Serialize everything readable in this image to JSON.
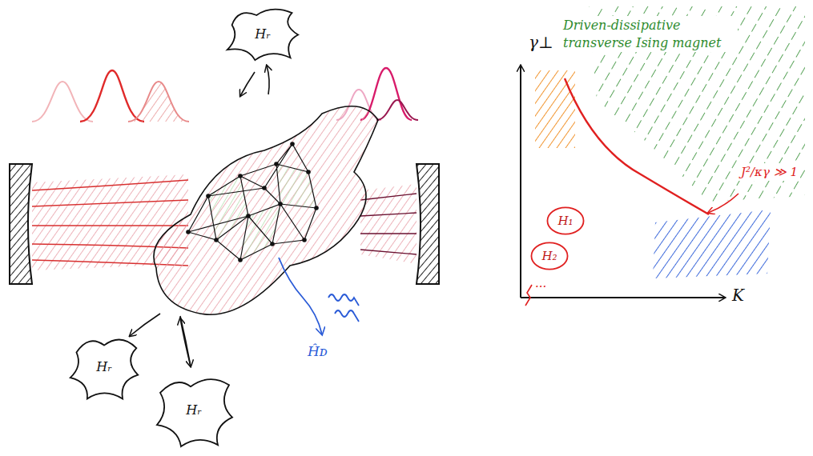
{
  "diagram": {
    "nodes": [
      {
        "text": [
          "Hᵣ"
        ]
      },
      {
        "text": [
          "Hᵣ"
        ]
      },
      {
        "text": [
          "Hᵣ"
        ]
      },
      {
        "text": [
          "H₁"
        ]
      },
      {
        "text": [
          "H₂"
        ]
      }
    ],
    "labels": [
      "Ĥᴅ",
      "γ⊥",
      "K",
      "Driven-dissipative transverse Ising magnet",
      "J²/κγ ≫ 1",
      "..."
    ]
  }
}
